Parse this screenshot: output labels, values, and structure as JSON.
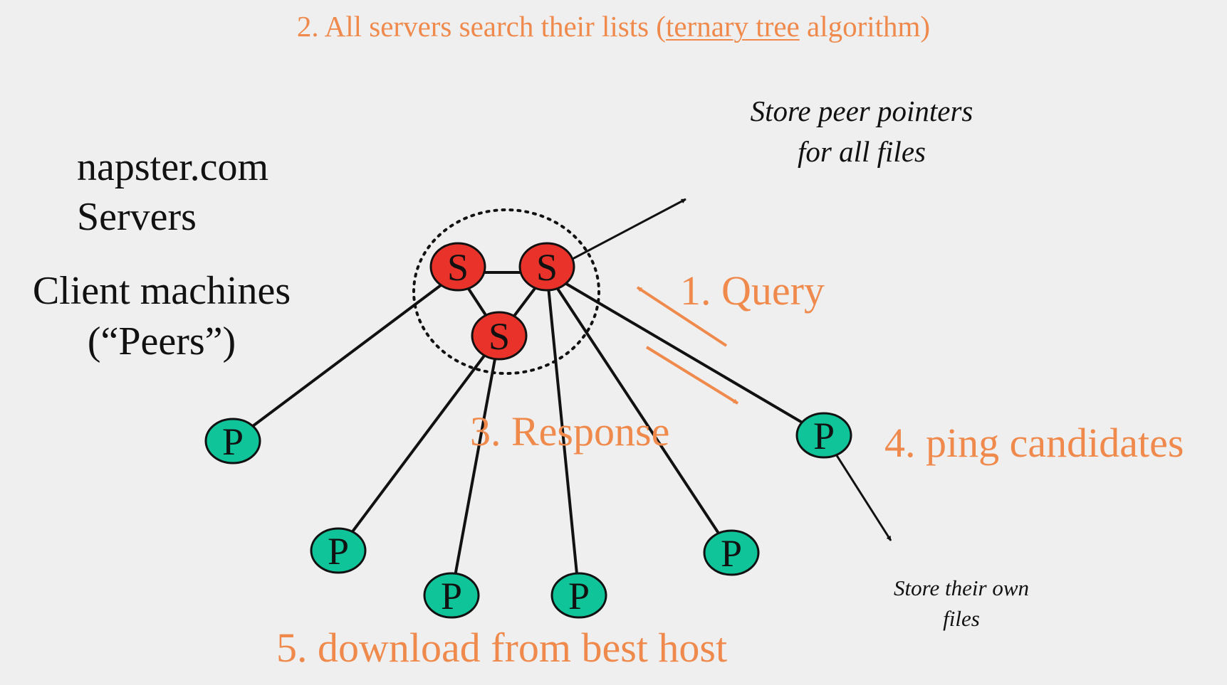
{
  "title": {
    "prefix": "2. All servers search their lists (",
    "link": "ternary tree",
    "suffix": " algorithm)"
  },
  "labels": {
    "servers_line1": "napster.com",
    "servers_line2": "Servers",
    "clients_line1": "Client machines",
    "clients_line2": "(“Peers”)",
    "store_pointers_line1": "Store peer pointers",
    "store_pointers_line2": "for all files",
    "store_own_line1": "Store their own",
    "store_own_line2": "files"
  },
  "steps": {
    "query": "1. Query",
    "response": "3. Response",
    "ping": "4. ping candidates",
    "download": "5. download from best host"
  },
  "nodes": {
    "server_letter": "S",
    "peer_letter": "P"
  },
  "colors": {
    "background": "#efefef",
    "server_fill": "#e8322a",
    "peer_fill": "#10c49a",
    "accent_orange": "#ef8a4c",
    "ink": "#111111"
  }
}
